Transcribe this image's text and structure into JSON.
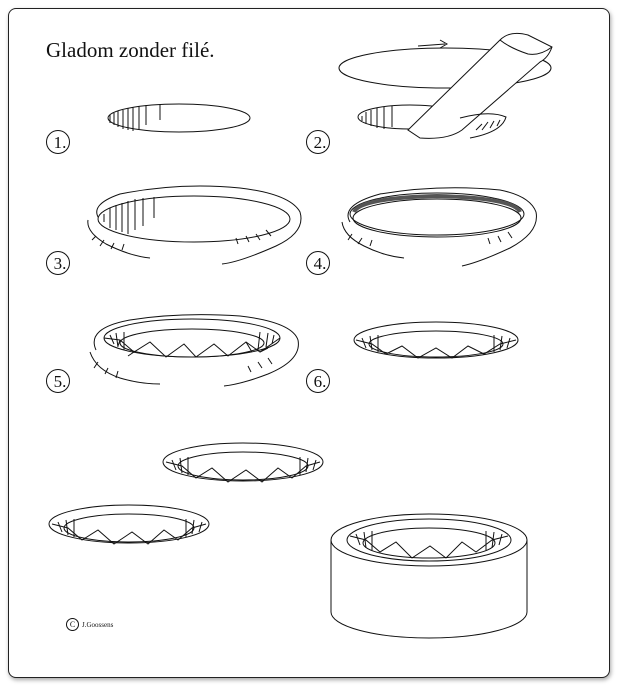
{
  "title": "Gladom zonder filé.",
  "steps": [
    "1.",
    "2.",
    "3.",
    "4.",
    "5.",
    "6."
  ],
  "copyright": {
    "symbol": "C",
    "author": "J.Goossens"
  },
  "colors": {
    "line": "#111111",
    "band": "#555555"
  }
}
